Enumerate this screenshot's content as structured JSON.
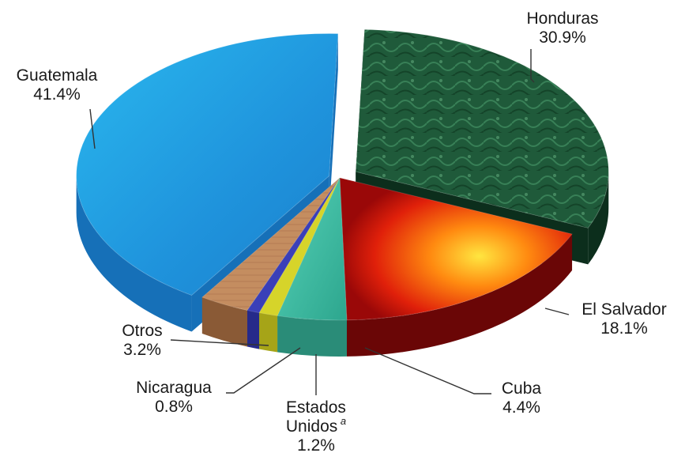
{
  "chart_data": {
    "type": "pie",
    "style": "3d-exploded",
    "title": "",
    "slices": [
      {
        "name": "Honduras",
        "value": 30.9,
        "label": "30.9%",
        "color": "#1f5a3a"
      },
      {
        "name": "El Salvador",
        "value": 18.1,
        "label": "18.1%",
        "color": "#ff5a10"
      },
      {
        "name": "Cuba",
        "value": 4.4,
        "label": "4.4%",
        "color": "#3fc2a6"
      },
      {
        "name": "Estados Unidos",
        "name_lines": [
          "Estados",
          "Unidos"
        ],
        "footnote": "a",
        "value": 1.2,
        "label": "1.2%",
        "color": "#d6d42a"
      },
      {
        "name": "Nicaragua",
        "value": 0.8,
        "label": "0.8%",
        "color": "#3a3fb8"
      },
      {
        "name": "Otros",
        "value": 3.2,
        "label": "3.2%",
        "color": "#c08a5c"
      },
      {
        "name": "Guatemala",
        "value": 41.4,
        "label": "41.4%",
        "color": "#2aa8e6"
      }
    ]
  }
}
